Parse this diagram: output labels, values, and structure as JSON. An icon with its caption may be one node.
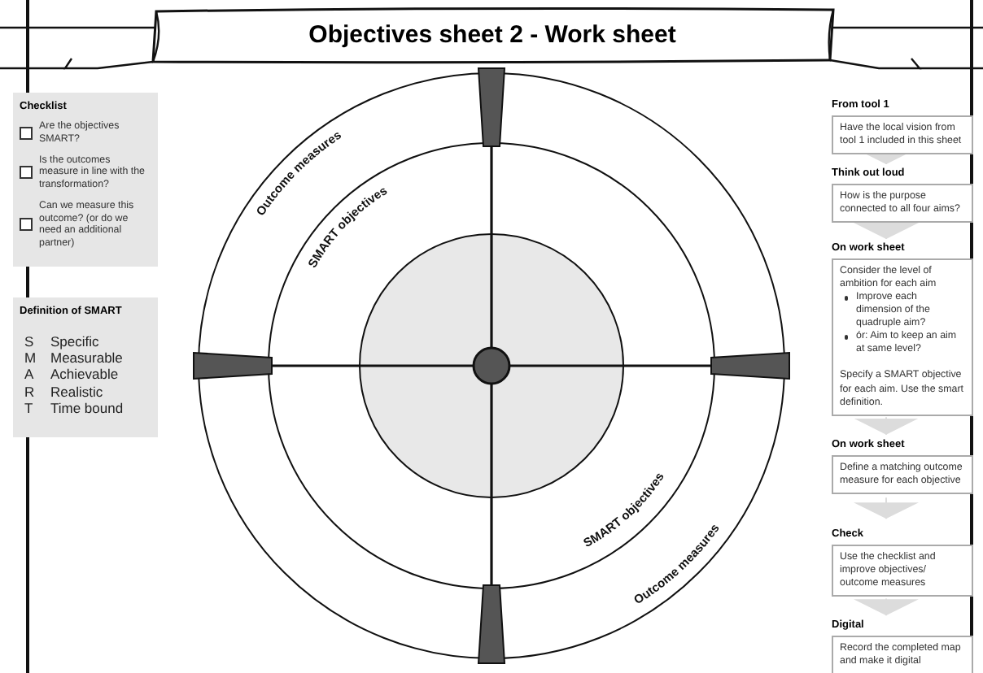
{
  "diagram": {
    "title": "Objectives sheet 2 - Work sheet",
    "nodes": [
      {
        "text": [
          "Checklist",
          "Are the objectives SMART?",
          "Is the outcomes measure in line with the transformation?",
          "Can we measure this outcome? (or do we need an additional partner)"
        ]
      },
      {
        "text": [
          "Definition of SMART",
          "S",
          "Specific",
          "M",
          "Measurable",
          "A",
          "Achievable",
          "R",
          "Realistic",
          "T",
          "Time bound"
        ]
      },
      {
        "text": [
          "From tool 1",
          "Have the local vision from tool 1 included in this sheet"
        ]
      },
      {
        "text": [
          "Think out loud",
          "How is the purpose connected to all four aims?"
        ]
      },
      {
        "text": [
          "On work sheet",
          "Consider the level of ambition for each aim",
          "Improve each dimension of the quadruple aim?",
          "ór: Aim to keep an aim at same level?",
          "Specify a SMART objective for each aim. Use the smart definition."
        ]
      },
      {
        "text": [
          "On work sheet",
          "Define a matching outcome measure for each objective"
        ]
      },
      {
        "text": [
          "Check",
          "Use the checklist and improve objectives/ outcome measures"
        ]
      },
      {
        "text": [
          "Digital",
          "Record the completed map and make it digital"
        ]
      }
    ],
    "edges": [
      {
        "from": 2,
        "to": 3,
        "arrow": "to"
      },
      {
        "from": 3,
        "to": 4,
        "arrow": "to"
      },
      {
        "from": 4,
        "to": 5,
        "arrow": "to"
      },
      {
        "from": 5,
        "to": 6,
        "arrow": "to"
      },
      {
        "from": 6,
        "to": 7,
        "arrow": "to"
      }
    ],
    "labels": [
      "Outcome measures",
      "SMART objectives",
      "SMART objectives",
      "Outcome measures"
    ]
  }
}
